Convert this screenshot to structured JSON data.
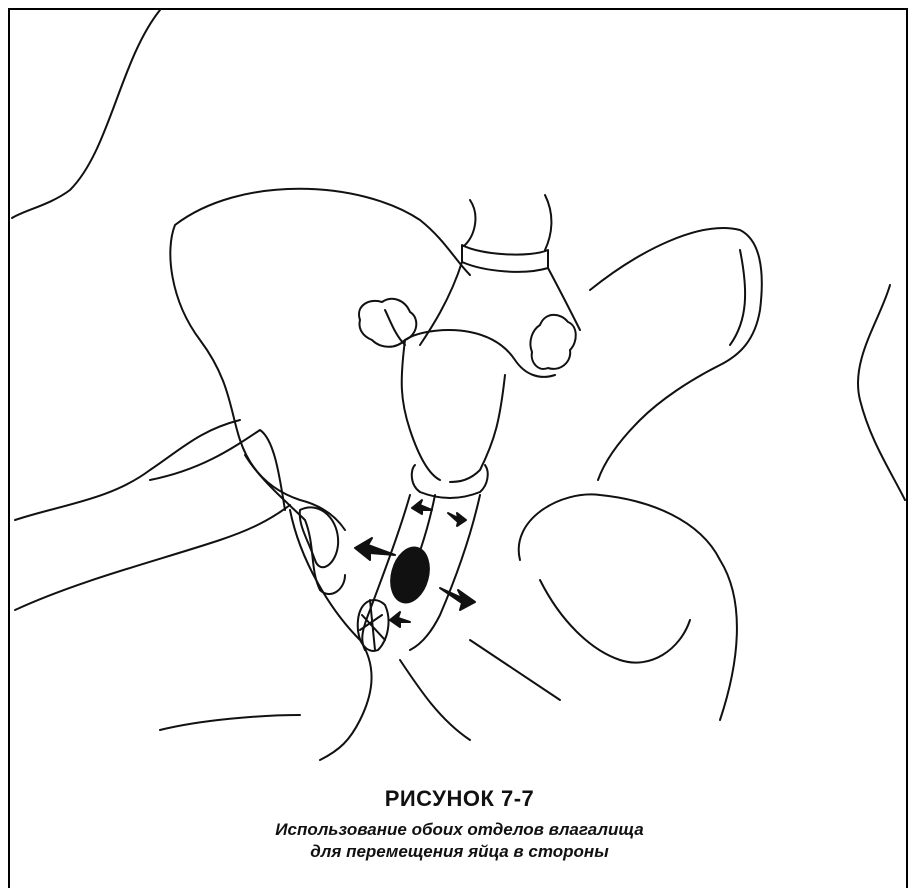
{
  "figure": {
    "title": "РИСУНОК 7-7",
    "caption_line1": "Использование обоих отделов влагалища",
    "caption_line2": "для перемещения яйца в стороны"
  },
  "colors": {
    "ink": "#111111",
    "background": "#ffffff"
  }
}
